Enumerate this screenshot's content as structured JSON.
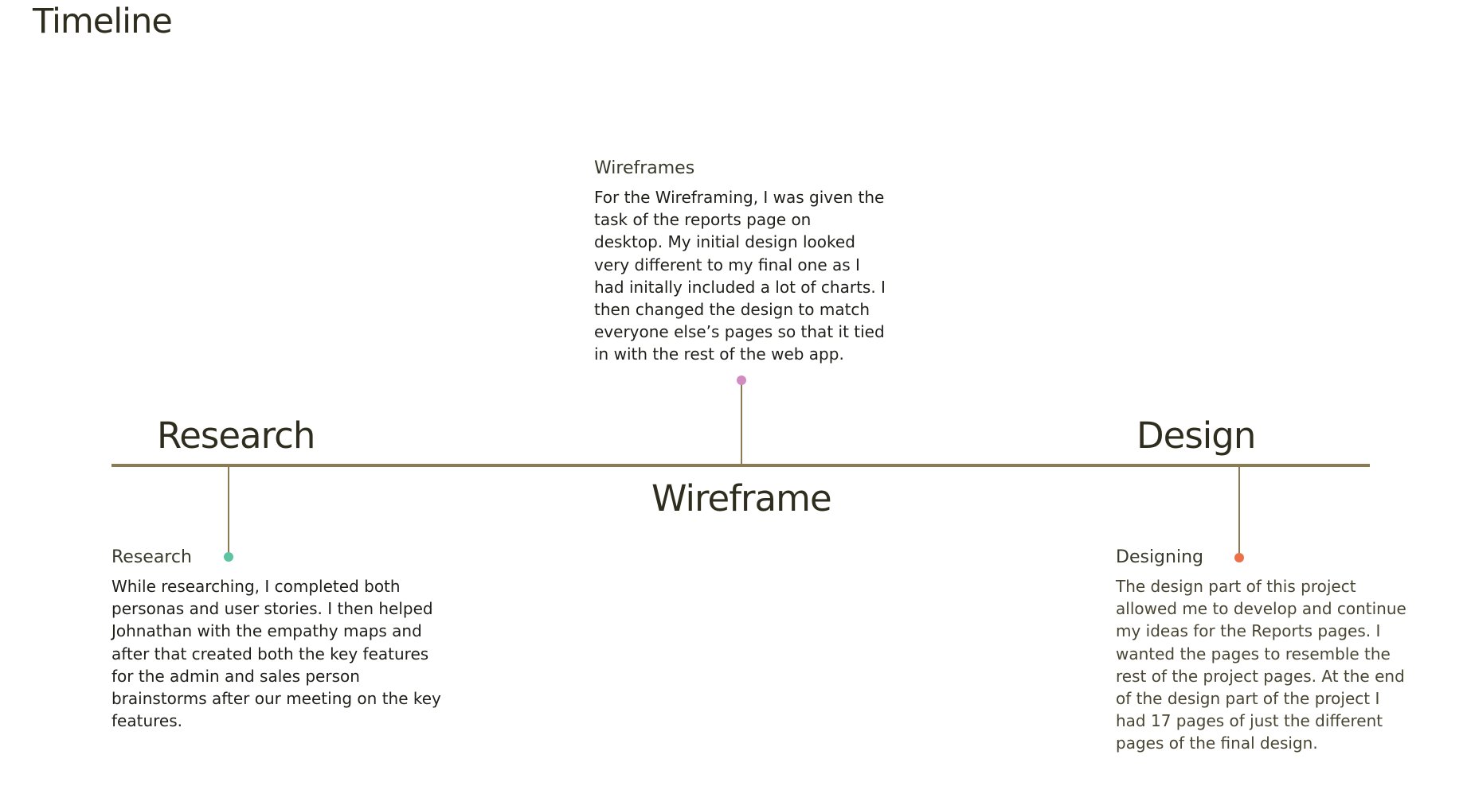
{
  "page": {
    "title": "Timeline"
  },
  "colors": {
    "axis": "#8b7a52",
    "research_dot": "#5cc4a2",
    "wireframe_dot": "#d28cc2",
    "design_dot": "#ec7148"
  },
  "phases": {
    "research": "Research",
    "wireframe": "Wireframe",
    "design": "Design"
  },
  "notes": {
    "wireframes": {
      "title": "Wireframes",
      "lines": [
        "For the Wireframing, I was given the",
        "task of the reports page on",
        "desktop. My initial design looked",
        "very different to my final one as I",
        "had initally included a lot of charts. I",
        "then changed the design to match",
        "everyone else’s pages so that it tied",
        "in with the rest of the  web app."
      ]
    },
    "research": {
      "title": "Research",
      "lines": [
        "While researching, I completed both",
        "personas and user stories. I then helped",
        "Johnathan with the empathy maps and",
        "after that created both the key features",
        "for the admin and sales person",
        "brainstorms after our meeting on the key",
        "features."
      ]
    },
    "designing": {
      "title": "Designing",
      "lines": [
        "The design part of this project",
        "allowed me to develop and continue",
        "my ideas for the Reports pages. I",
        "wanted the pages to resemble the",
        "rest of the project pages. At the end",
        "of the design part of the project I",
        "had 17 pages of just the different",
        "pages of the final design."
      ]
    }
  }
}
